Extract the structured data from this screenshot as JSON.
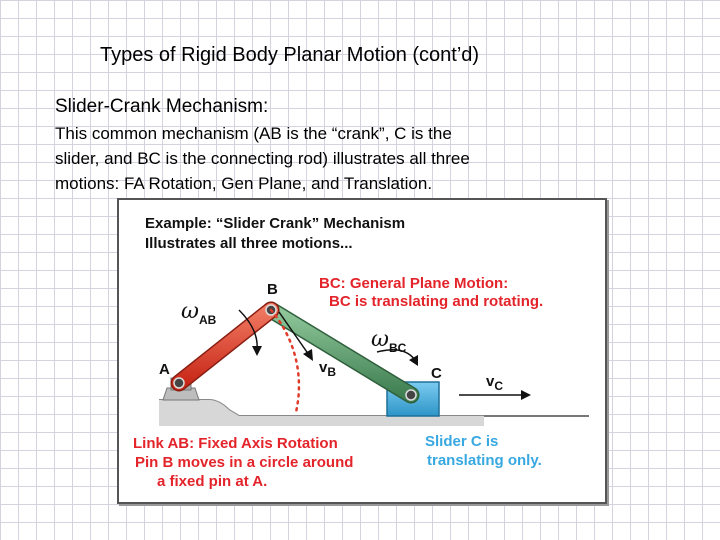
{
  "slide": {
    "title": "Types of Rigid Body Planar Motion (cont’d)",
    "heading": "Slider-Crank Mechanism:",
    "body_lines": [
      "This common mechanism (AB is the “crank”, C is the",
      "slider, and BC is the connecting rod) illustrates all three",
      "motions:  FA Rotation, Gen Plane, and Translation."
    ]
  },
  "figure": {
    "title_lines": [
      "Example:  “Slider Crank” Mechanism",
      "Illustrates all three motions..."
    ],
    "bc_caption": [
      "BC:  General Plane Motion:",
      "BC is translating and rotating."
    ],
    "ab_caption": [
      "Link AB:  Fixed Axis Rotation",
      "Pin B moves in a circle around",
      "a fixed pin at A."
    ],
    "c_caption": [
      "Slider C is",
      "translating only."
    ],
    "labels": {
      "a": "A",
      "b": "B",
      "c": "C",
      "omega": "ω",
      "omega_ab_sub": "AB",
      "omega_bc_sub": "BC",
      "v": "v",
      "vb_sub": "B",
      "vc_sub": "C"
    },
    "colors": {
      "crank": "#e03a2a",
      "rod": "#5a9a6a",
      "slider": "#3da9dc",
      "red_text": "#e3242b",
      "blue_text": "#38a8e0"
    }
  }
}
